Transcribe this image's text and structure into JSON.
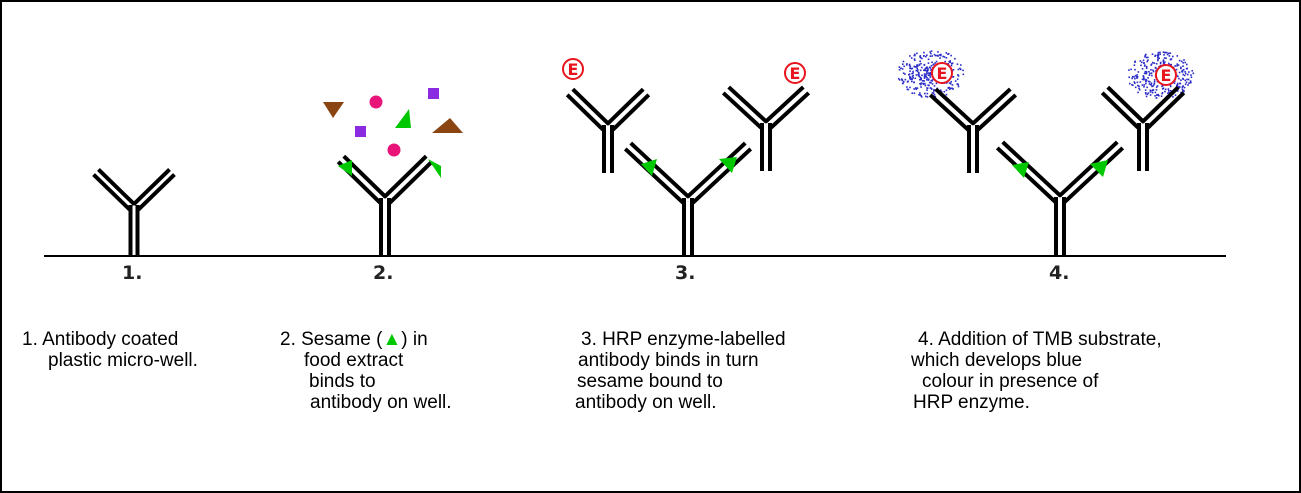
{
  "step_labels": [
    "1.",
    "2.",
    "3.",
    "4."
  ],
  "enzyme_label": "E",
  "captions": {
    "c1": [
      "1. Antibody coated",
      "plastic micro-well."
    ],
    "c2": {
      "prefix": "2. Sesame (",
      "symbol": "▲",
      "suffix": ") in",
      "lines": [
        "food extract",
        "binds to",
        "antibody on well."
      ]
    },
    "c3": [
      "3. HRP enzyme-labelled",
      "antibody binds in turn",
      "sesame bound to",
      "antibody on well."
    ],
    "c4": [
      "4. Addition of TMB substrate,",
      "which develops blue",
      "colour in presence of",
      "HRP enzyme."
    ]
  },
  "colors": {
    "antibody": "#000000",
    "sesame": "#00c800",
    "enzyme": "#e8141e",
    "tmb_substrate": "#2b2bc8",
    "food_pink": "#e8147a",
    "food_purple": "#8a2be2",
    "food_brown": "#8b4513"
  }
}
